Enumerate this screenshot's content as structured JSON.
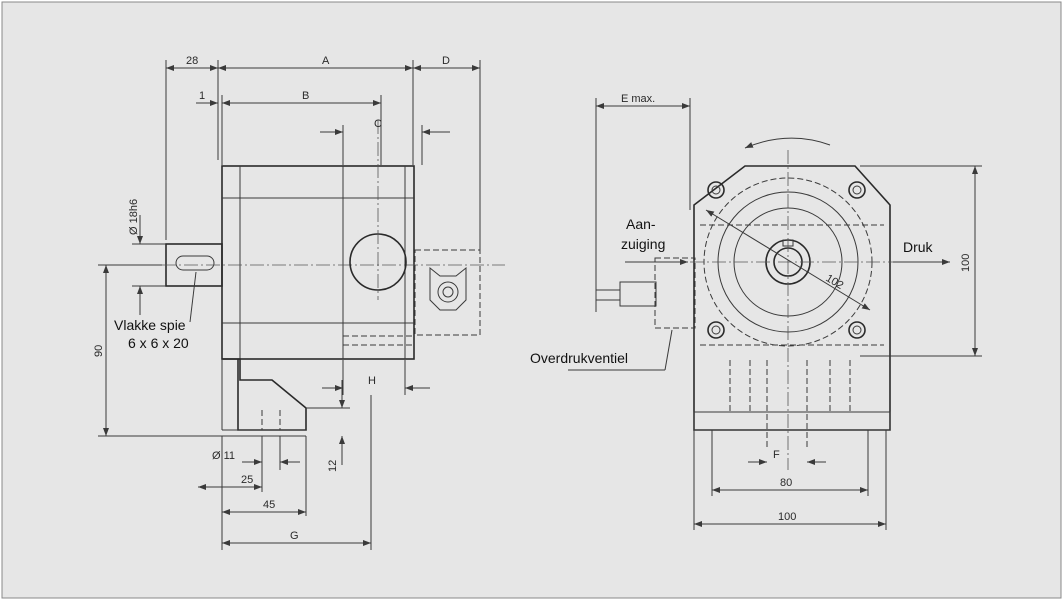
{
  "side_view": {
    "dims": {
      "d28": "28",
      "dA": "A",
      "dD": "D",
      "d1": "1",
      "dB": "B",
      "dC": "C",
      "shaft": "Ø 18h6",
      "d90": "90",
      "dH": "H",
      "hole": "Ø 11",
      "d25": "25",
      "d45": "45",
      "d12": "12",
      "dG": "G"
    },
    "key_label_1": "Vlakke spie",
    "key_label_2": "6 x 6 x 20"
  },
  "front_view": {
    "dims": {
      "emax": "E max.",
      "d102": "102",
      "d100h": "100",
      "dF": "F",
      "d80": "80",
      "d100w": "100"
    },
    "inlet_1": "Aan-",
    "inlet_2": "zuiging",
    "outlet": "Druk",
    "valve": "Overdrukventiel"
  },
  "colors": {
    "background": "#e6e6e6",
    "lines": "#3a3a3a",
    "border": "#888888"
  }
}
